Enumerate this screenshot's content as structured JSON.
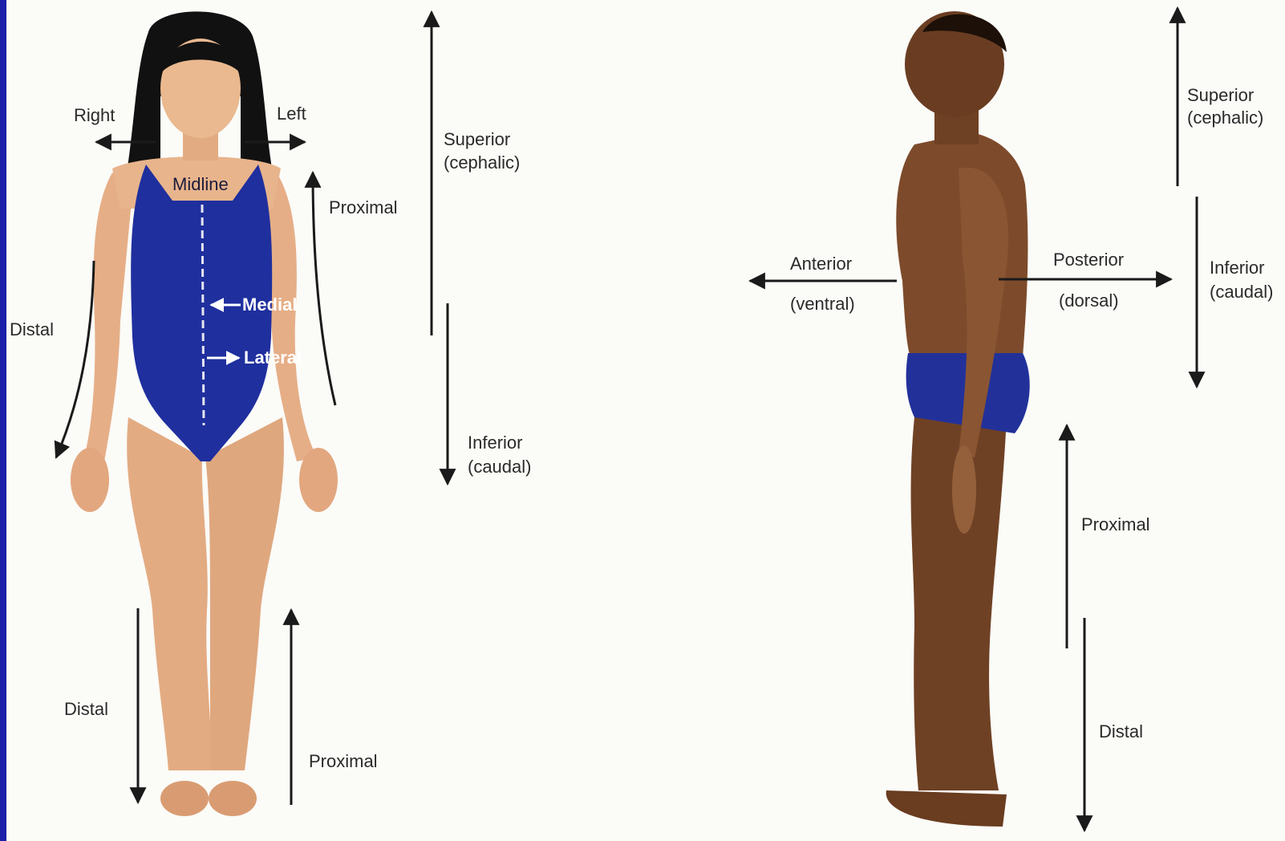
{
  "colors": {
    "frame": "#1a1fa8",
    "background": "#fbfbf8",
    "swimsuit": "#1f2f9e",
    "skin_light": "#e8b48c",
    "skin_dark": "#7a4a2a",
    "hair": "#111111",
    "arrow": "#1a1a1a",
    "text": "#2a2a2a"
  },
  "front_figure": {
    "right_label": "Right",
    "left_label": "Left",
    "midline_label": "Midline",
    "medial_label": "Medial",
    "lateral_label": "Lateral",
    "arm_distal_label": "Distal",
    "arm_proximal_label": "Proximal",
    "leg_distal_label": "Distal",
    "leg_proximal_label": "Proximal",
    "superior_label": "Superior",
    "superior_sub_label": "(cephalic)",
    "inferior_label": "Inferior",
    "inferior_sub_label": "(caudal)"
  },
  "side_figure": {
    "anterior_label": "Anterior",
    "anterior_sub_label": "(ventral)",
    "posterior_label": "Posterior",
    "posterior_sub_label": "(dorsal)",
    "superior_label": "Superior",
    "superior_sub_label": "(cephalic)",
    "inferior_label": "Inferior",
    "inferior_sub_label": "(caudal)",
    "proximal_label": "Proximal",
    "distal_label": "Distal"
  }
}
